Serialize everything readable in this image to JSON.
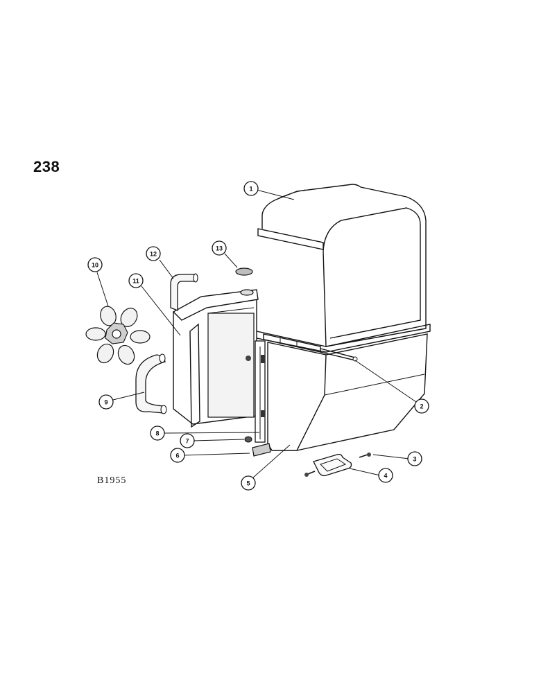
{
  "page": {
    "number": "238",
    "figure_code": "B1955"
  },
  "callouts": [
    {
      "label": "1"
    },
    {
      "label": "2"
    },
    {
      "label": "3"
    },
    {
      "label": "4"
    },
    {
      "label": "5"
    },
    {
      "label": "6"
    },
    {
      "label": "7"
    },
    {
      "label": "8"
    },
    {
      "label": "9"
    },
    {
      "label": "10"
    },
    {
      "label": "11"
    },
    {
      "label": "12"
    },
    {
      "label": "13"
    }
  ]
}
